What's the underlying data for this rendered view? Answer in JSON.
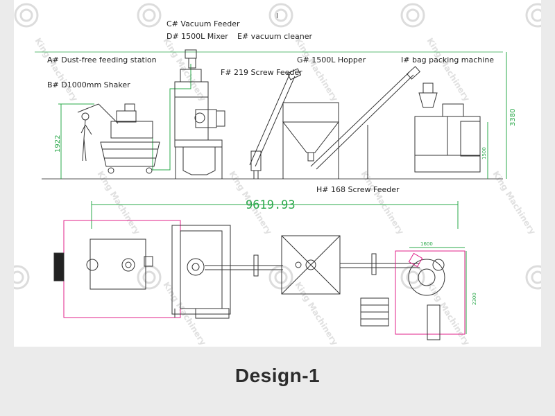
{
  "labels": {
    "a": "A# Dust-free feeding station",
    "b": "B# D1000mm Shaker",
    "c": "C# Vacuum Feeder",
    "d": "D# 1500L Mixer",
    "e": "E# vacuum cleaner",
    "f": "F#  219 Screw Feeder",
    "g": "G# 1500L Hopper",
    "h": "H# 168 Screw Feeder",
    "i": "I# bag packing machine"
  },
  "dimensions": {
    "height_left": "1922",
    "height_right": "3380",
    "height_packer": "1500",
    "total_length": "9619.93",
    "packer_width": "1600",
    "packer_depth": "2300"
  },
  "mark": "I",
  "watermark": "King Machinery",
  "caption": "Design-1",
  "colors": {
    "line": "#333333",
    "dimension": "#2aa84a",
    "highlight": "#e0208a",
    "background": "#ebebeb"
  }
}
